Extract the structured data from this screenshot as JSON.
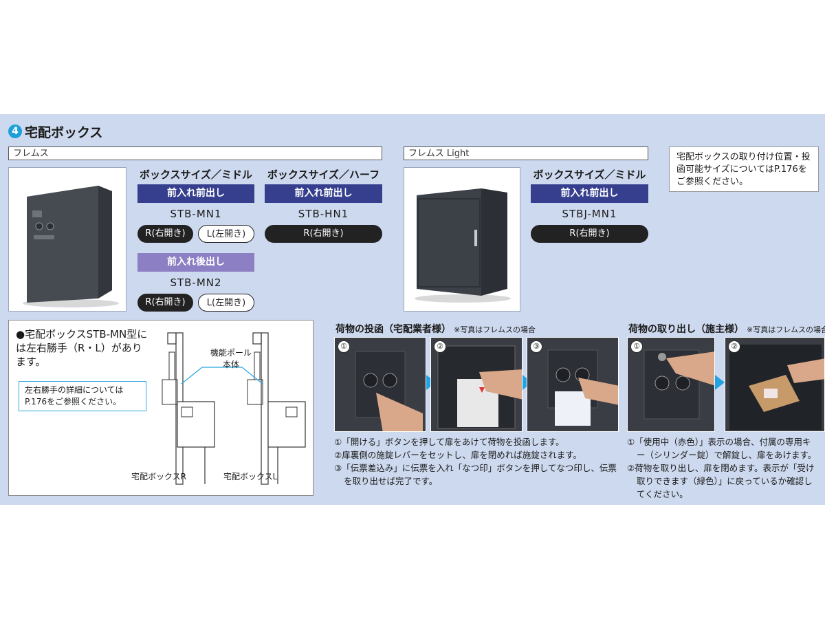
{
  "section": {
    "number": "4",
    "title": "宅配ボックス"
  },
  "series_left": "フレムス",
  "series_right": "フレムス Light",
  "box_size_middle": "ボックスサイズ／ミドル",
  "box_size_half": "ボックスサイズ／ハーフ",
  "type_front_front": "前入れ前出し",
  "type_front_back": "前入れ後出し",
  "models": {
    "mn1": "STB-MN1",
    "hn1": "STB-HN1",
    "mn2": "STB-MN2",
    "jmn1": "STBJ-MN1"
  },
  "pill_r": "R(右開き)",
  "pill_l": "L(左開き)",
  "ref_note": "宅配ボックスの取り付け位置・投函可能サイズについてはP.176をご参照ください。",
  "handed": {
    "bullet": "●宅配ボックスSTB-MN型には左右勝手（R・L）があります。",
    "note": "左右勝手の詳細についてはP.176をご参照ください。",
    "pole_label_1": "機能ポール",
    "pole_label_2": "本体",
    "label_r": "宅配ボックスR",
    "label_l": "宅配ボックスL"
  },
  "delivery": {
    "title": "荷物の投函（宅配業者様）",
    "note": "※写真はフレムスの場合",
    "steps": [
      "①「開ける」ボタンを押して扉をあけて荷物を投函します。",
      "②扉裏側の施錠レバーをセットし、扉を閉めれば施錠されます。",
      "③「伝票差込み」に伝票を入れ「なつ印」ボタンを押してなつ印し、伝票を取り出せば完了です。"
    ],
    "nums": [
      "①",
      "②",
      "③"
    ]
  },
  "pickup": {
    "title": "荷物の取り出し（施主様）",
    "note": "※写真はフレムスの場合",
    "steps": [
      "①「使用中（赤色）」表示の場合、付属の専用キー（シリンダー錠）で解錠し、扉をあけます。",
      "②荷物を取り出し、扉を閉めます。表示が「受け取りできます（緑色）」に戻っているか確認してください。"
    ],
    "nums": [
      "①",
      "②"
    ]
  }
}
